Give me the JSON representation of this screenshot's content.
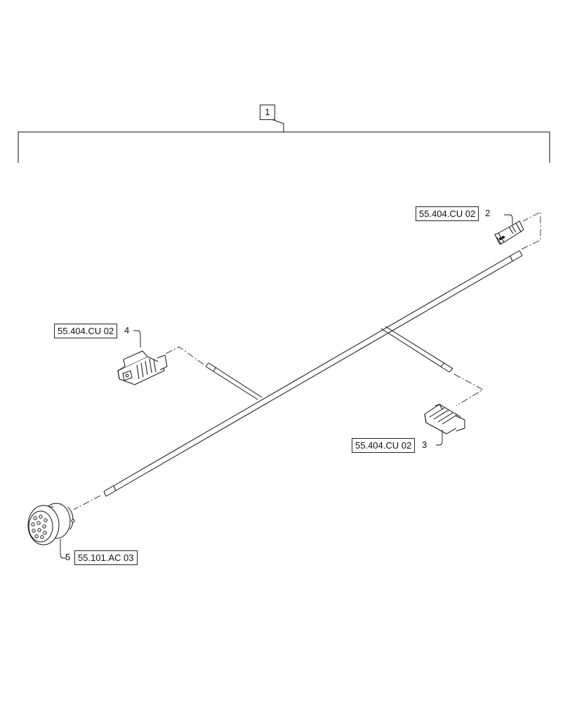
{
  "assembly": {
    "item_number": "1"
  },
  "callouts": [
    {
      "id": "c2",
      "item": "2",
      "reference": "55.404.CU 02"
    },
    {
      "id": "c4",
      "item": "4",
      "reference": "55.404.CU 02"
    },
    {
      "id": "c3",
      "item": "3",
      "reference": "55.404.CU 02"
    },
    {
      "id": "c5",
      "item": "5",
      "reference": "55.101.AC 03"
    }
  ]
}
